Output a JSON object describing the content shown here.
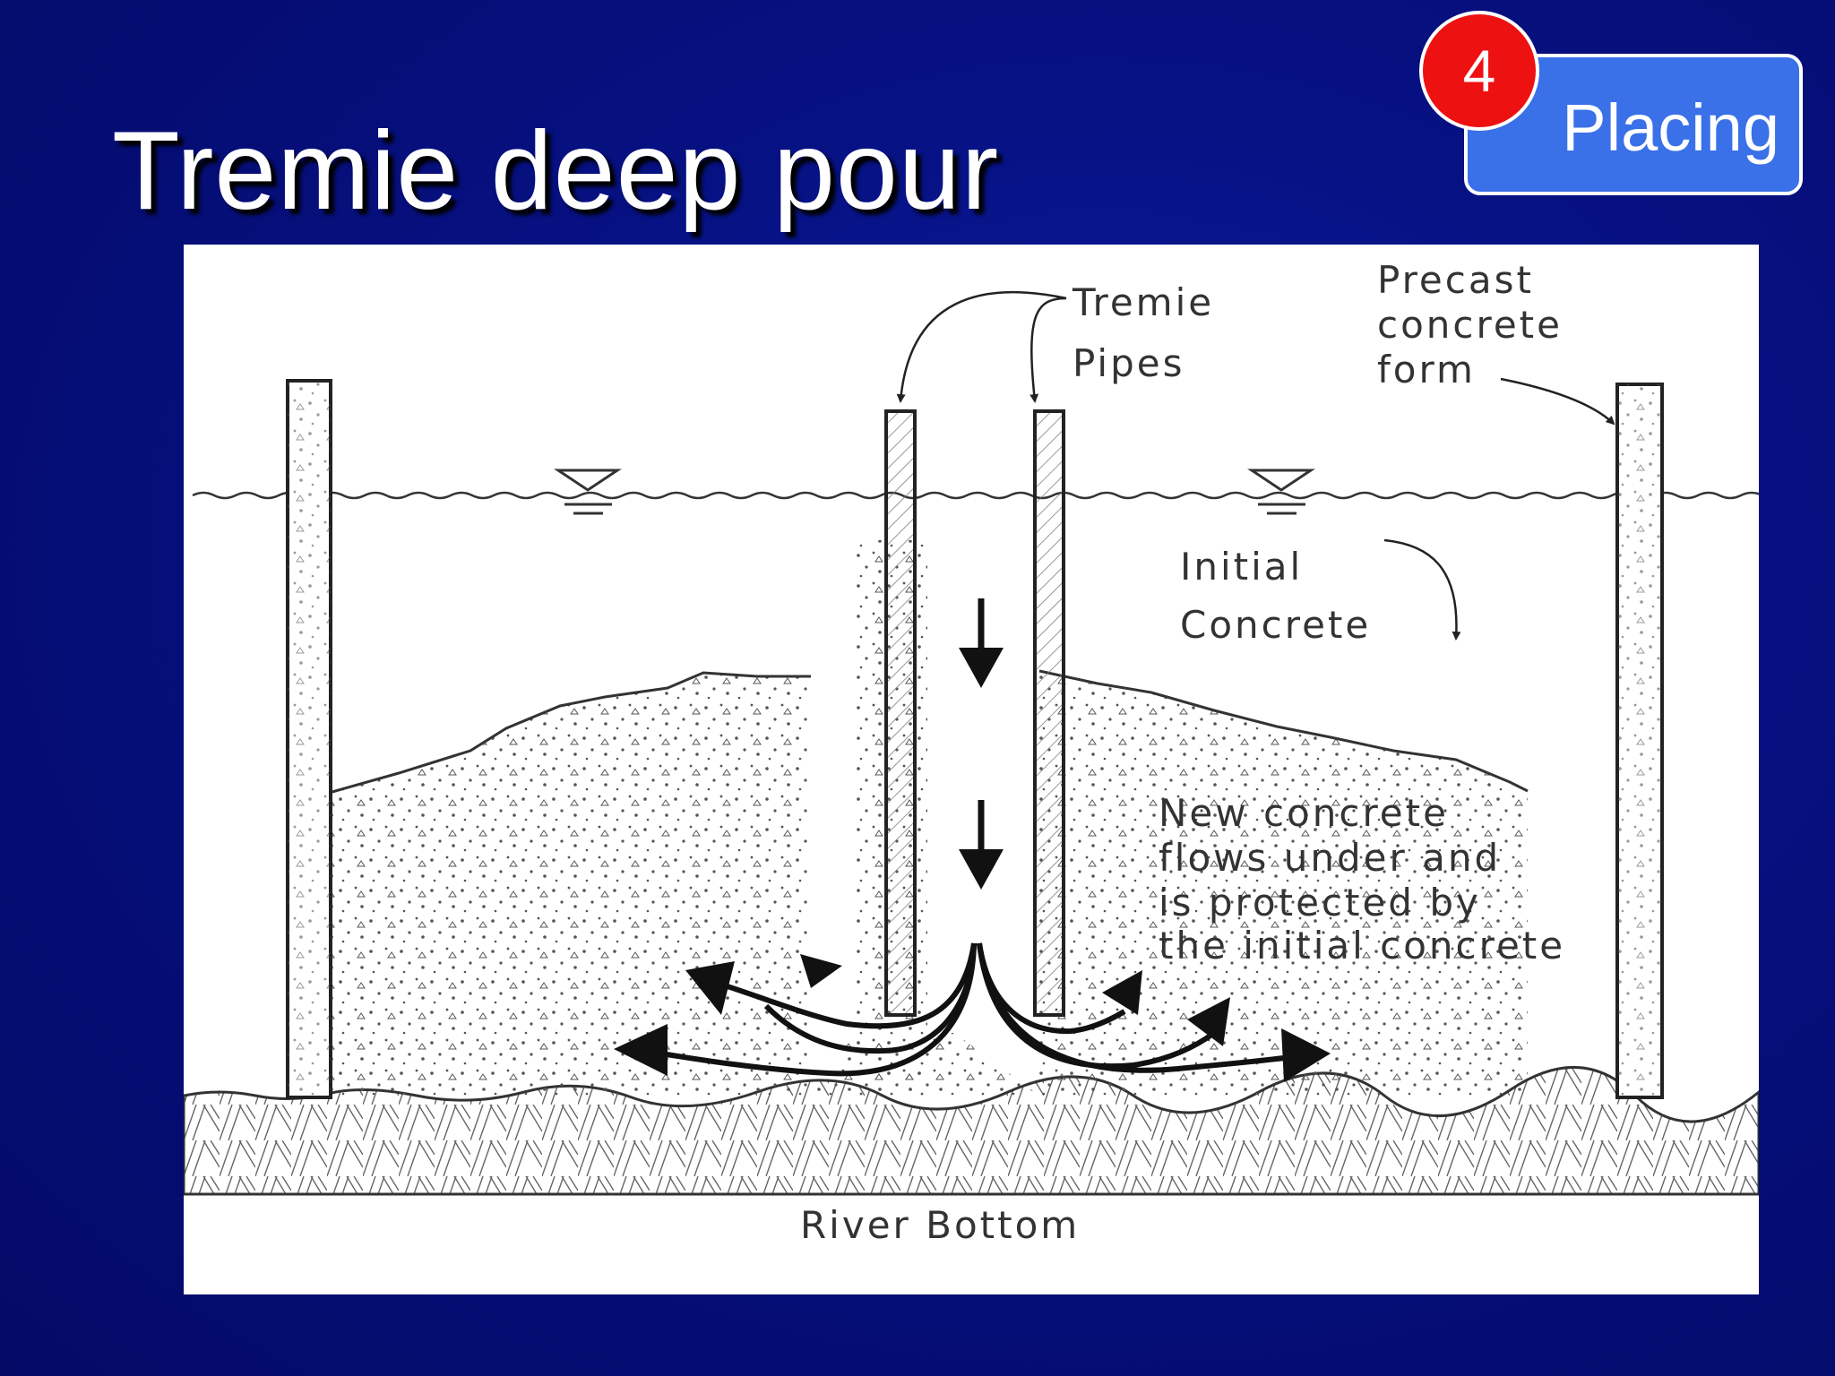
{
  "slide": {
    "title": "Tremie deep pour"
  },
  "badge": {
    "step": "4",
    "label": "Placing"
  },
  "diagram": {
    "labels": {
      "tremie_line1": "Tremie",
      "tremie_line2": "Pipes",
      "precast_line1": "Precast",
      "precast_line2": "concrete",
      "precast_line3": "form",
      "initial_line1": "Initial",
      "initial_line2": "Concrete",
      "new_line1": "New  concrete",
      "new_line2": "flows  under  and",
      "new_line3": "is  protected  by",
      "new_line4": "the  initial concrete",
      "river_bottom": "River  Bottom"
    }
  }
}
